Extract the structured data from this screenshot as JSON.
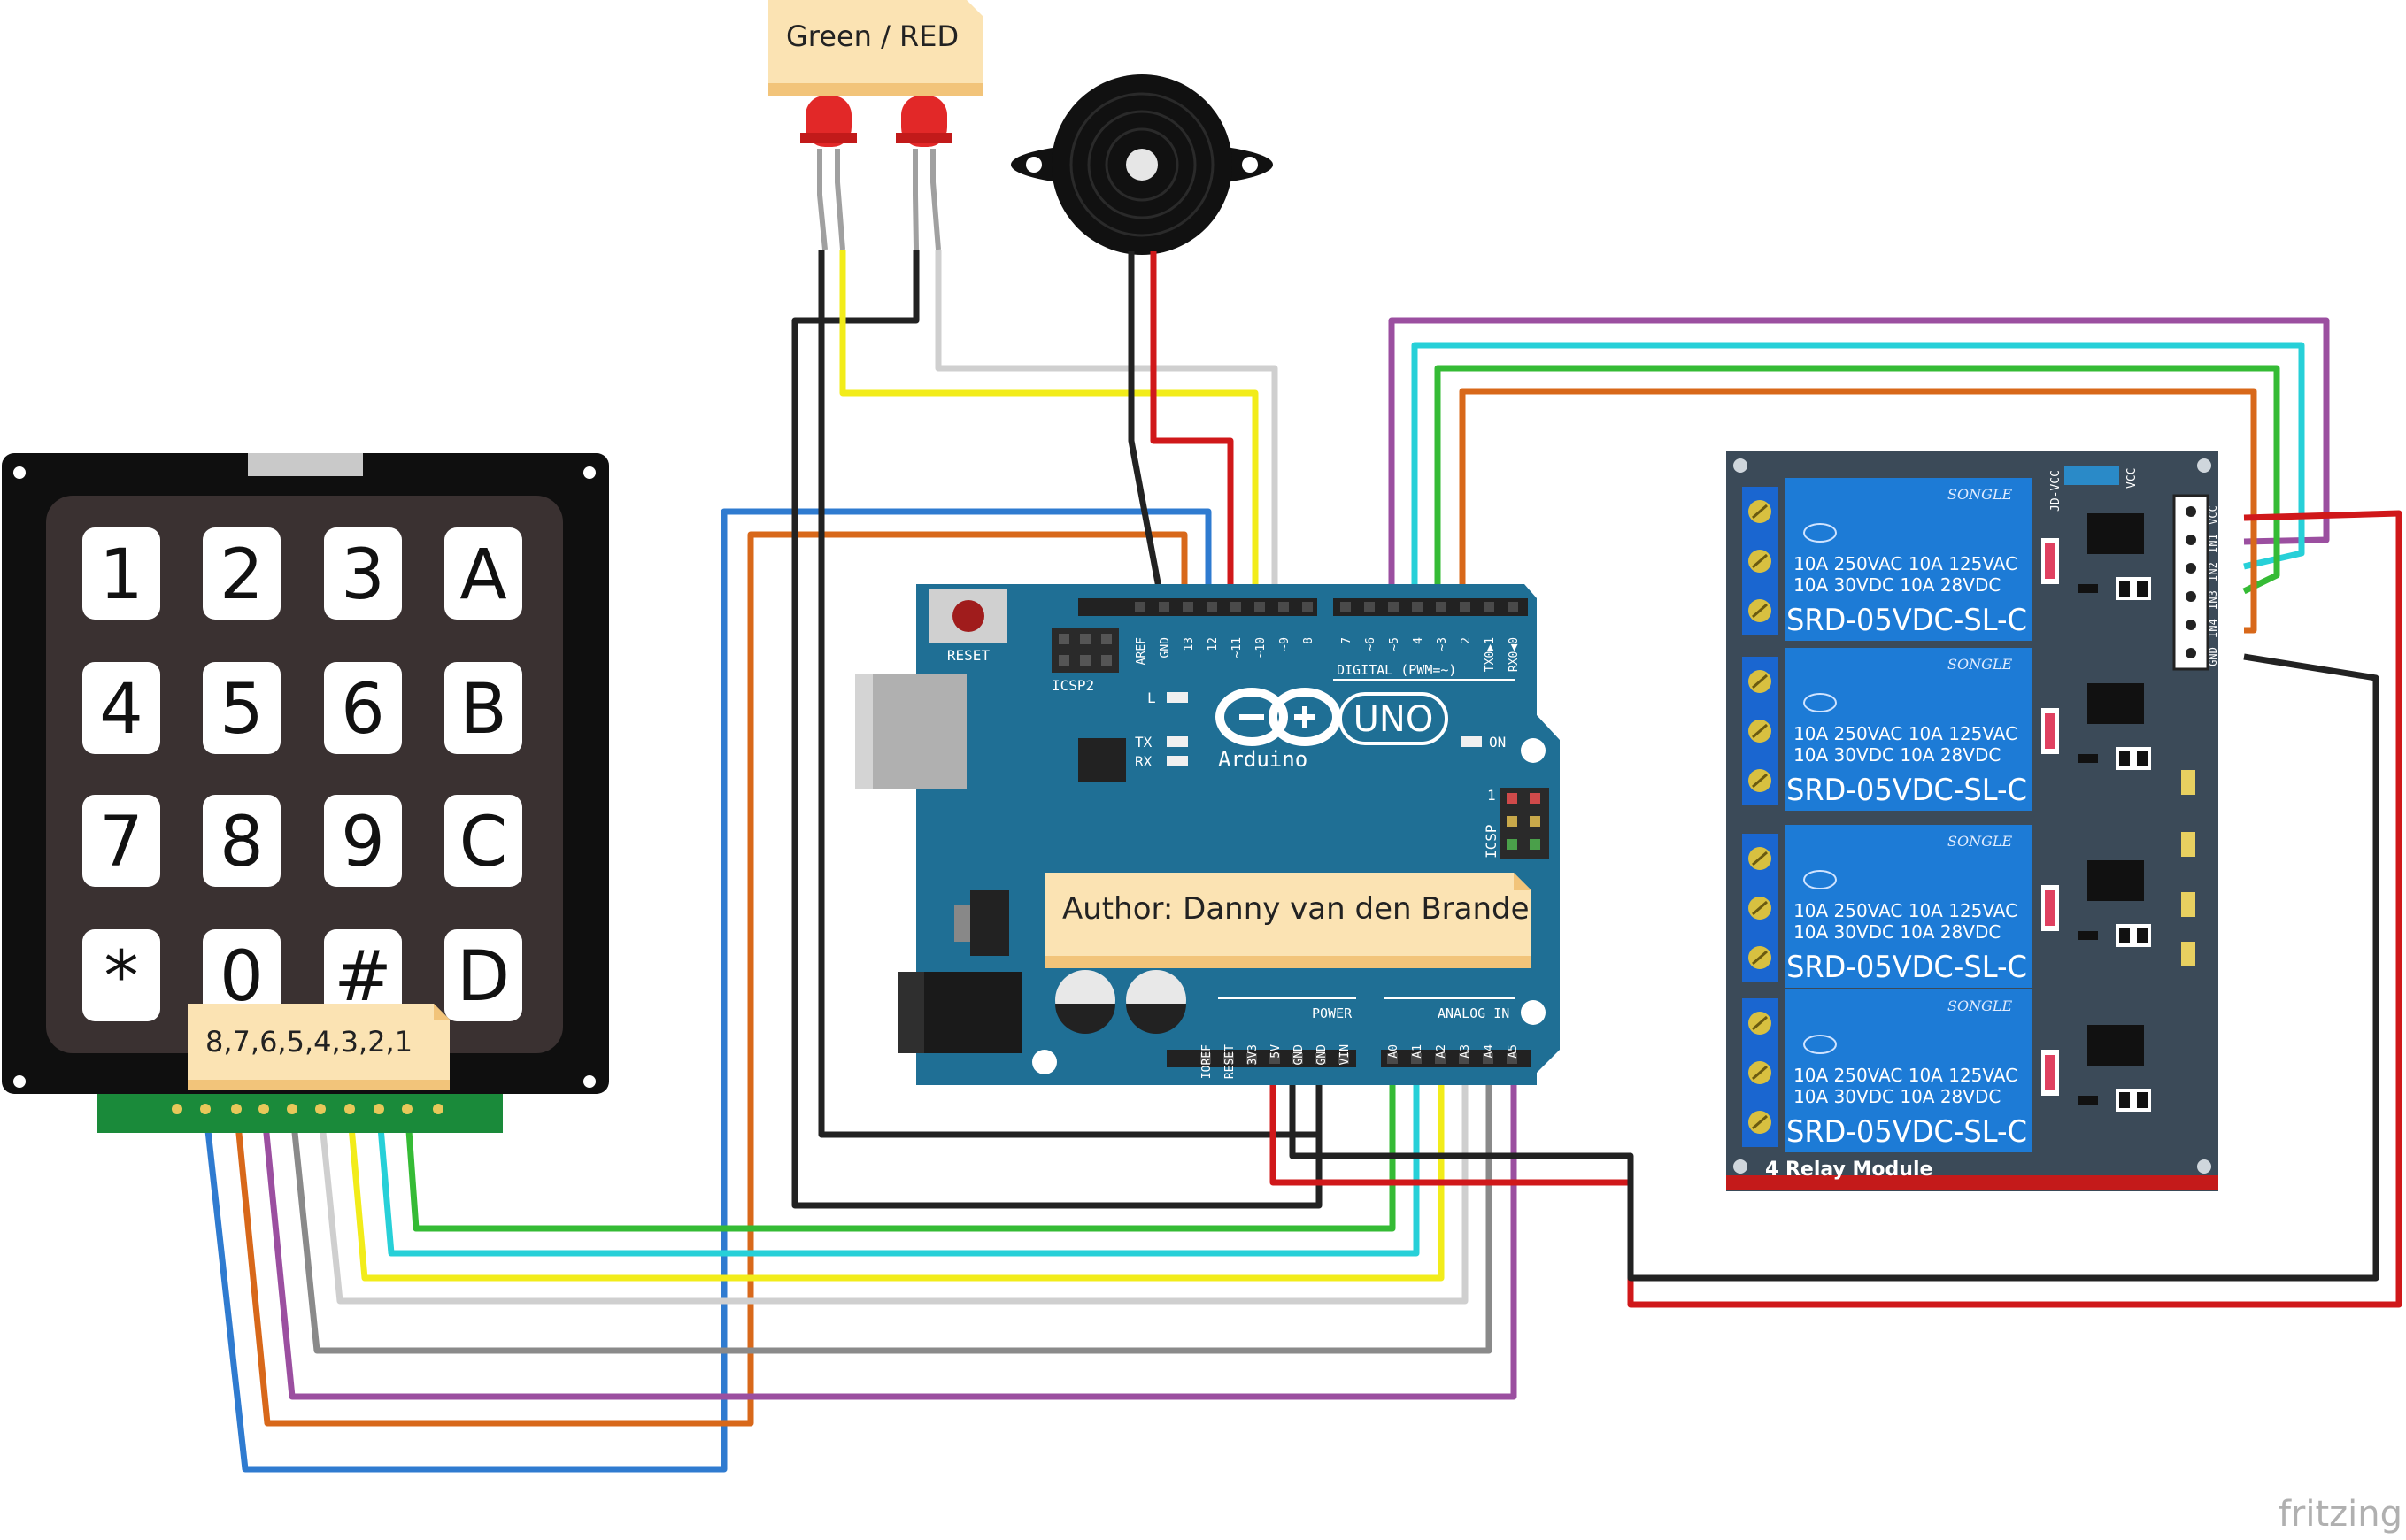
{
  "keypad": {
    "keys": [
      "1",
      "2",
      "3",
      "A",
      "4",
      "5",
      "6",
      "B",
      "7",
      "8",
      "9",
      "C",
      "*",
      "0",
      "#",
      "D"
    ],
    "pin_note": "8,7,6,5,4,3,2,1"
  },
  "leds": {
    "note": "Green / RED"
  },
  "arduino": {
    "brand": "Arduino",
    "model": "UNO",
    "reset_label": "RESET",
    "icsp2_label": "ICSP2",
    "icsp_label": "ICSP",
    "icsp_pin1": "1",
    "digital_label": "DIGITAL (PWM=~)",
    "power_label": "POWER",
    "analog_label": "ANALOG IN",
    "led_l": "L",
    "led_tx": "TX",
    "led_rx": "RX",
    "led_on": "ON",
    "pins_digital_left": [
      "AREF",
      "GND",
      "13",
      "12",
      "~11",
      "~10",
      "~9",
      "8"
    ],
    "pins_digital_right": [
      "7",
      "~6",
      "~5",
      "4",
      "~3",
      "2",
      "TX0▶1",
      "RX0◀0"
    ],
    "pins_power": [
      "IOREF",
      "RESET",
      "3V3",
      "5V",
      "GND",
      "GND",
      "VIN"
    ],
    "pins_analog": [
      "A0",
      "A1",
      "A2",
      "A3",
      "A4",
      "A5"
    ],
    "author_note": "Author: Danny van den Brande"
  },
  "relay": {
    "brand": "SONGLE",
    "rating_line1": "10A  250VAC   10A  125VAC",
    "rating_line2": "10A   30VDC   10A   28VDC",
    "model": "SRD-05VDC-SL-C",
    "module_title": "4 Relay Module",
    "jd_label": "JD-VCC",
    "vcc_label": "VCC",
    "header_pins": [
      "VCC",
      "IN1",
      "IN2",
      "IN3",
      "IN4",
      "GND"
    ],
    "channel_count": 4
  },
  "footer": {
    "brand": "fritzing"
  },
  "colors": {
    "board": "#1f6f95",
    "relay_blue": "#1d7bd6",
    "keypad": "#111111",
    "wire_black": "#222222",
    "wire_red": "#d0181a",
    "wire_blue": "#2f7bd0",
    "wire_orange": "#d8681a",
    "wire_purple": "#9b4fa0",
    "wire_gray": "#8a8a8a",
    "wire_yellow": "#f2ec1a",
    "wire_cyan": "#27d0d8",
    "wire_green": "#35bb35",
    "note_bg": "#fbe3b3"
  }
}
